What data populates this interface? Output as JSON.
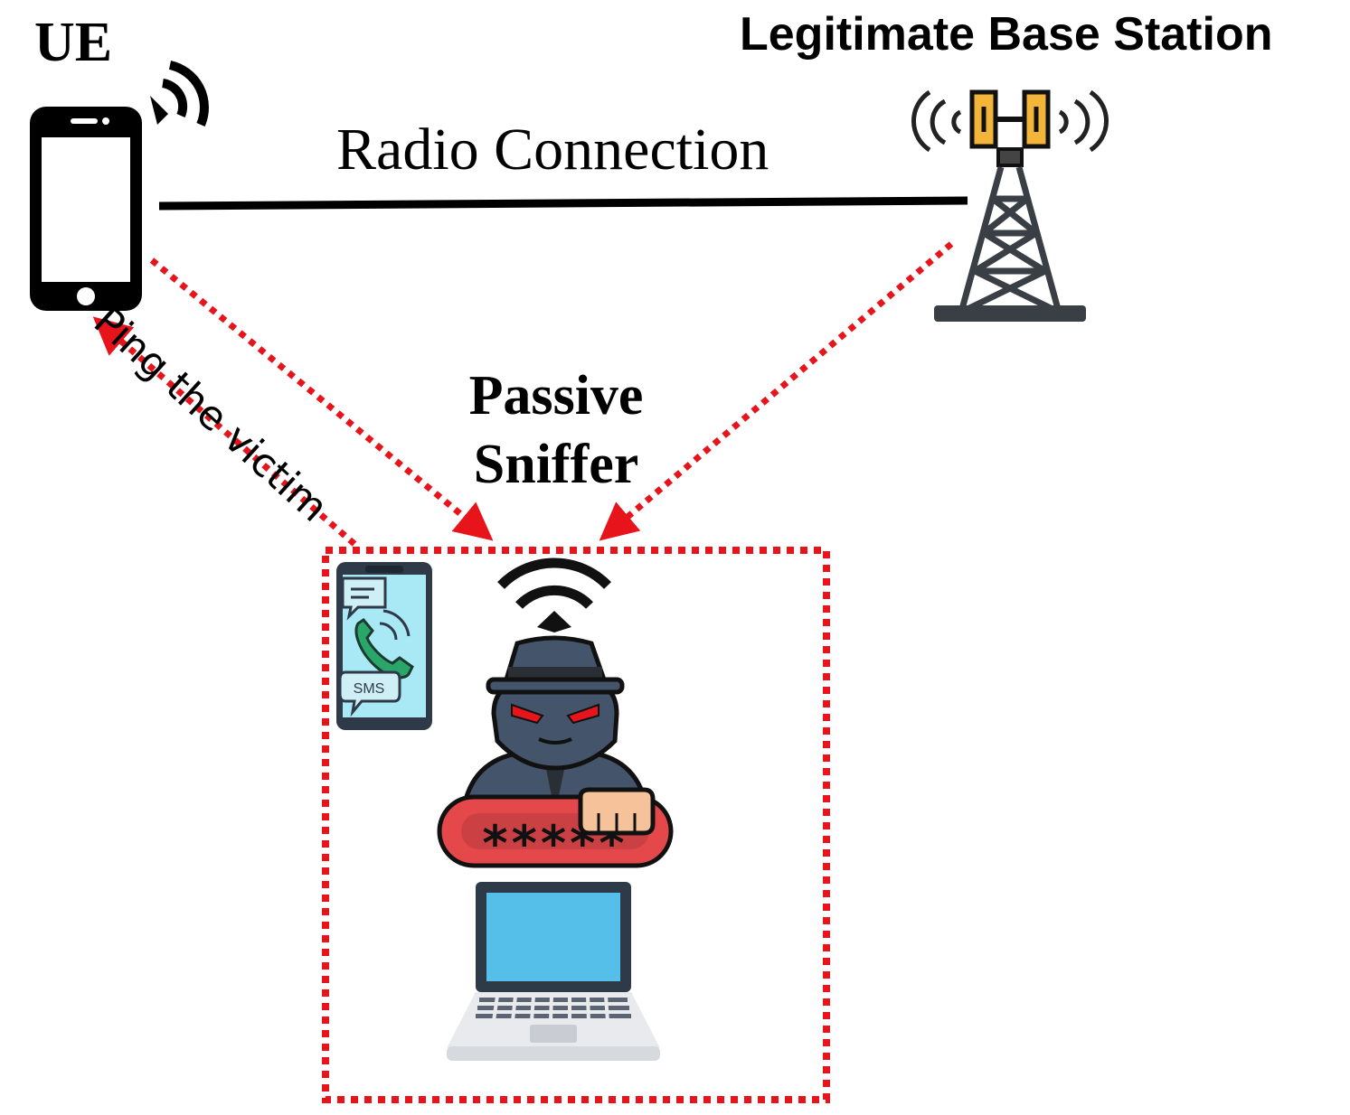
{
  "labels": {
    "ue": "UE",
    "base_station": "Legitimate Base Station",
    "radio_connection": "Radio Connection",
    "sniffer_line1": "Passive",
    "sniffer_line2": "Sniffer",
    "ping": "Ping the victim",
    "sms": "SMS",
    "password": "*****"
  },
  "colors": {
    "dotted_arrow": "#e8141b",
    "solid_link": "#000000",
    "phone_screen": "#a9e8f5",
    "laptop_screen": "#55bfea",
    "tower_antenna": "#f2b53a",
    "password_bar": "#e5484a",
    "hacker_body": "#44546a",
    "eyes": "#e8141b"
  },
  "icons": [
    "smartphone-icon",
    "wifi-icon",
    "cell-tower-icon",
    "hacker-icon",
    "laptop-icon",
    "victim-phone-icon",
    "sms-bubble-icon",
    "phone-call-icon",
    "chat-bubble-icon"
  ]
}
